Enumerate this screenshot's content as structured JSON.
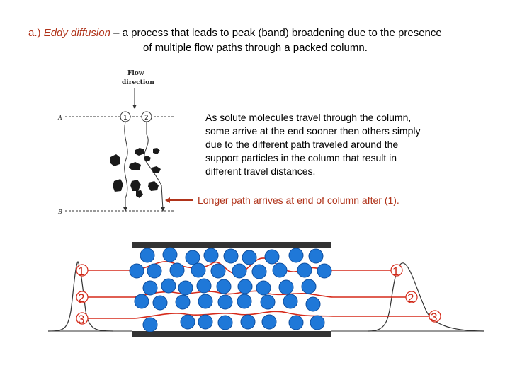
{
  "title": {
    "prefix": "a.) ",
    "term": "Eddy diffusion",
    "rest1": " – a process that leads to peak (band) broadening due to the presence",
    "line2_a": "of multiple flow paths through a ",
    "line2_u": "packed",
    "line2_b": " column."
  },
  "schematic": {
    "flow_label_1": "Flow",
    "flow_label_2": "direction",
    "label_a": "A",
    "label_b": "B",
    "path_1": "1",
    "path_2": "2"
  },
  "explanation": [
    "As solute molecules travel through the column,",
    "some arrive at the end sooner then others simply",
    "due to the different path traveled around the",
    "support particles in the column that result in",
    "different travel distances."
  ],
  "arrow_label": "Longer path arrives at end of column after (1).",
  "column_diagram": {
    "left_labels": [
      "1",
      "2",
      "3"
    ],
    "right_labels": [
      "1",
      "2",
      "3"
    ]
  },
  "colors": {
    "accent_red": "#b0331a",
    "bead_blue": "#1f78d8",
    "path_red": "#d62a1a"
  }
}
